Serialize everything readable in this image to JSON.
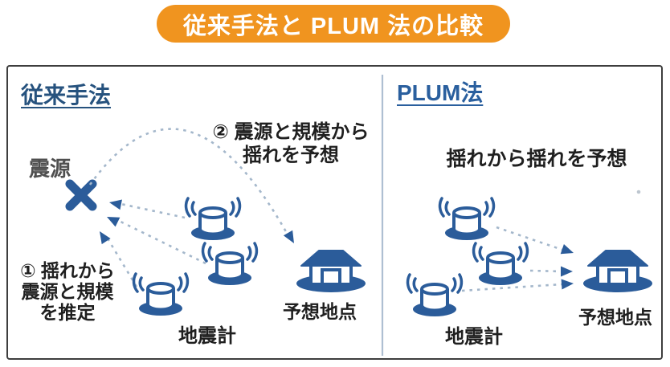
{
  "title": "従来手法と PLUM 法の比較",
  "left": {
    "heading": "従来手法",
    "epicenter": "震源",
    "step1": [
      "① 揺れから",
      "震源と規模",
      "を推定"
    ],
    "step2": [
      "② 震源と規模から",
      "揺れを予想"
    ],
    "seismometer": "地震計",
    "target": "予想地点"
  },
  "right": {
    "heading": "PLUM法",
    "description": "揺れから揺れを予想",
    "seismometer": "地震計",
    "target": "予想地点"
  },
  "icons": {
    "epicenter": "x-mark-icon",
    "seismometer": "seismometer-icon",
    "prediction_site": "house-icon",
    "signal": "dashed-arrow-icon"
  },
  "colors": {
    "banner_orange": "#F0941F",
    "icon_blue": "#2B5C9A",
    "heading_navy": "#26527E",
    "plum_blue": "#2A5F9E",
    "dash_blue_gray": "#A4B7CB",
    "divider": "#AEBFD2",
    "text_black": "#1F1F1F"
  }
}
